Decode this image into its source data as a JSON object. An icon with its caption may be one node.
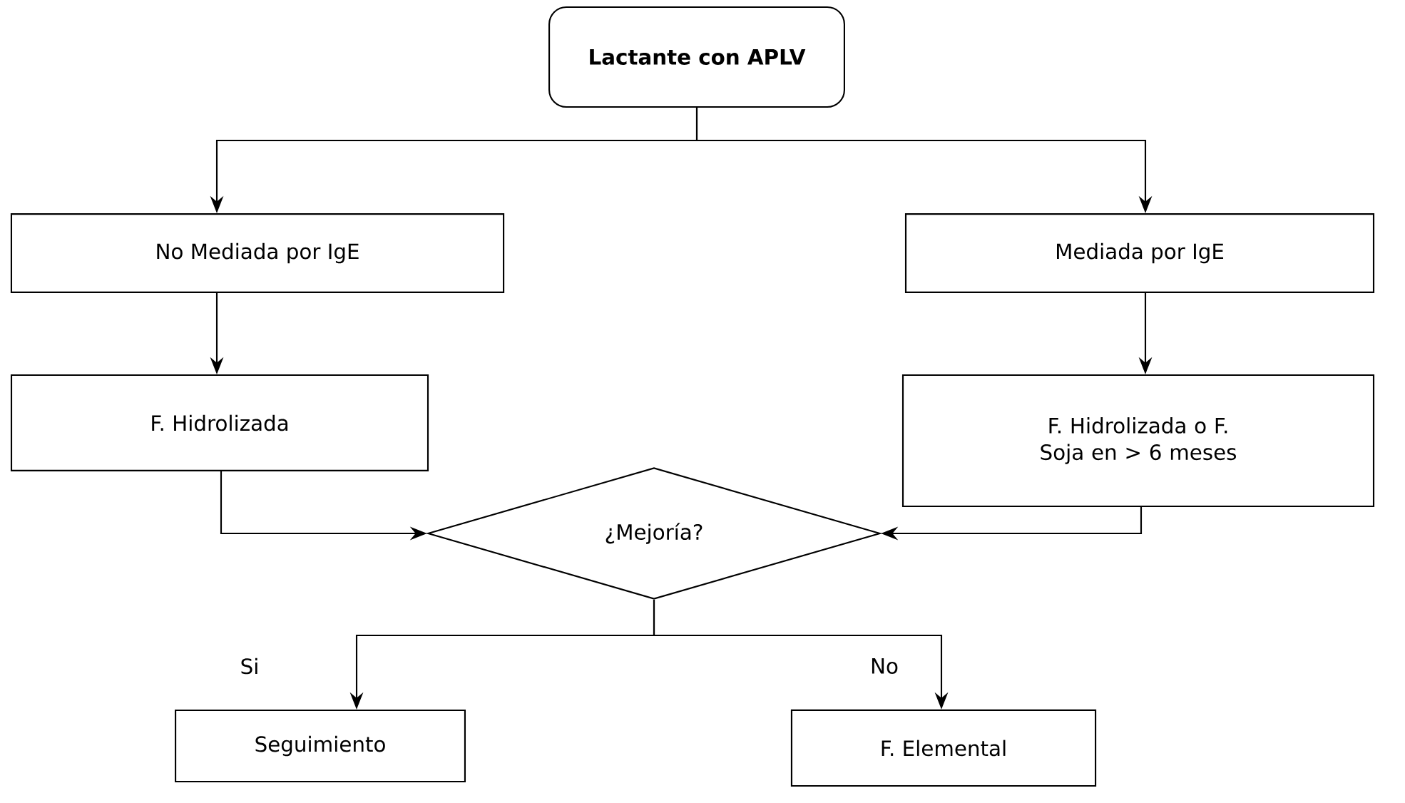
{
  "diagram": {
    "nodes": [
      {
        "text": [
          "Lactante con APLV"
        ]
      },
      {
        "text": [
          "No Mediada por IgE"
        ]
      },
      {
        "text": [
          "Mediada por IgE"
        ]
      },
      {
        "text": [
          "F. Hidrolizada"
        ]
      },
      {
        "text": [
          "F. Hidrolizada o F. Soja en > 6 meses"
        ]
      },
      {
        "text": [
          "¿Mejoría?"
        ]
      },
      {
        "text": [
          "Seguimiento"
        ]
      },
      {
        "text": [
          "F. Elemental"
        ]
      }
    ],
    "edges": [
      {
        "from": 0,
        "to": 1,
        "arrow": "to"
      },
      {
        "from": 0,
        "to": 2,
        "arrow": "to"
      },
      {
        "from": 1,
        "to": 3,
        "arrow": "to"
      },
      {
        "from": 2,
        "to": 4,
        "arrow": "to"
      },
      {
        "from": 3,
        "to": 5,
        "arrow": "to"
      },
      {
        "from": 4,
        "to": 5,
        "arrow": "to"
      },
      {
        "from": 5,
        "to": 6,
        "arrow": "to",
        "label": "Si"
      },
      {
        "from": 5,
        "to": 7,
        "arrow": "to",
        "label": "No"
      }
    ]
  }
}
